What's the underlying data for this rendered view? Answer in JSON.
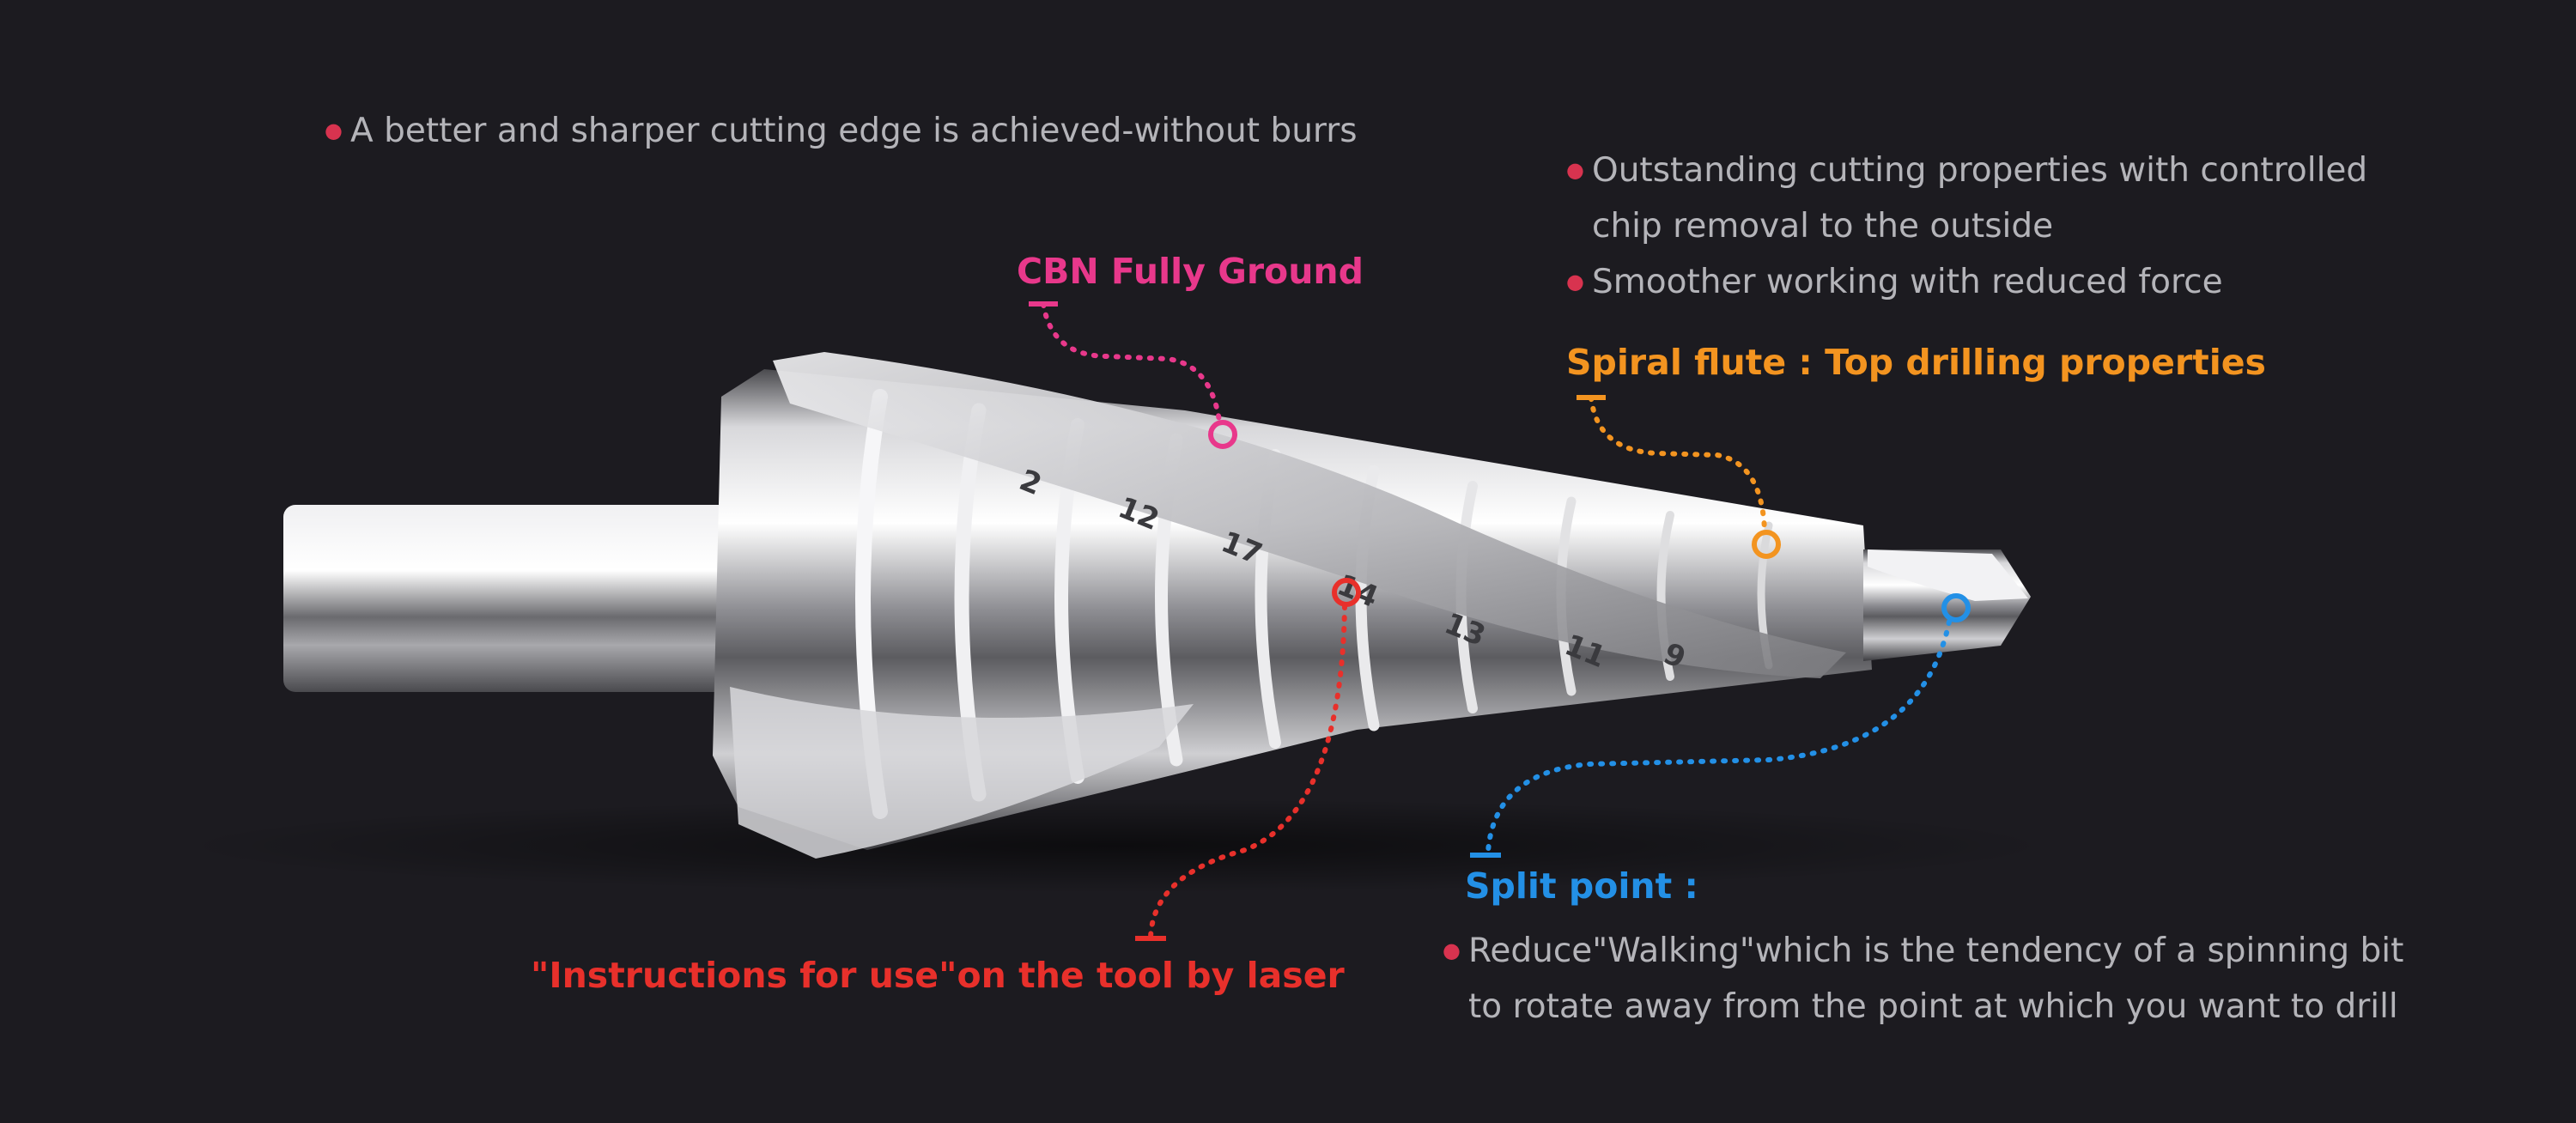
{
  "notes": {
    "top_left": [
      "A better and sharper cutting edge is achieved-without burrs"
    ],
    "top_right": [
      "Outstanding cutting properties with controlled",
      "chip removal to the outside",
      "Smoother working with reduced force"
    ],
    "bottom_right": [
      "Reduce\"Walking\"which is the tendency of a spinning bit",
      "to rotate away from the point at which you want to drill"
    ]
  },
  "callouts": {
    "cbn": {
      "label": "CBN Fully Ground",
      "color": "#e8388b"
    },
    "spiral": {
      "label": "Spiral flute : Top drilling properties",
      "color": "#f39420"
    },
    "instructions": {
      "label": "\"Instructions for use\"on the tool by laser",
      "color": "#e8302b"
    },
    "split": {
      "label": "Split point :",
      "color": "#2390e6"
    }
  },
  "bullet_color": "#d8334f",
  "step_numbers": [
    "2",
    "12",
    "17",
    "14",
    "13",
    "11",
    "9"
  ]
}
